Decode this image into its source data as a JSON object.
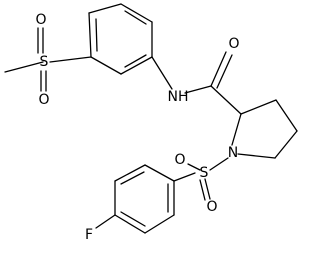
{
  "structure": {
    "atoms": {
      "o_sulfone_top": "O",
      "s_sulfone_top": "S",
      "o_sulfone_top_2": "O",
      "o_amide": "O",
      "n_amide": "NH",
      "n_pyrrolidine": "N",
      "s_sulfonyl": "S",
      "o_sulfonyl_left": "O",
      "o_sulfonyl_bottom": "O",
      "f_fluoro": "F"
    }
  }
}
